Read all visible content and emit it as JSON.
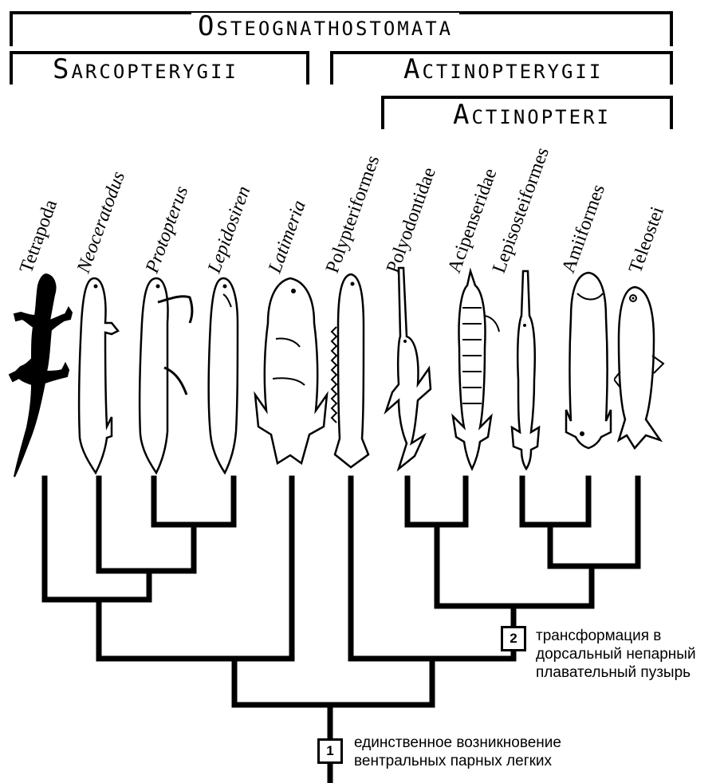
{
  "groups": {
    "osteognathostomata": "Osteognathostomata",
    "sarcopterygii": "Sarcopterygii",
    "actinopterygii": "Actinopterygii",
    "actinopteri": "Actinopteri"
  },
  "taxa": [
    {
      "name": "Tetrapoda",
      "icon": "lizard-icon",
      "italic": false
    },
    {
      "name": "Neoceratodus",
      "icon": "lungfish-icon",
      "italic": true
    },
    {
      "name": "Protopterus",
      "icon": "lungfish-icon",
      "italic": true
    },
    {
      "name": "Lepidosiren",
      "icon": "lungfish-icon",
      "italic": true
    },
    {
      "name": "Latimeria",
      "icon": "coelacanth-icon",
      "italic": true
    },
    {
      "name": "Polypteriformes",
      "icon": "bichir-icon",
      "italic": false
    },
    {
      "name": "Polyodontidae",
      "icon": "paddlefish-icon",
      "italic": false
    },
    {
      "name": "Acipenseridae",
      "icon": "sturgeon-icon",
      "italic": false
    },
    {
      "name": "Lepisosteiformes",
      "icon": "gar-icon",
      "italic": false
    },
    {
      "name": "Amiiformes",
      "icon": "bowfin-icon",
      "italic": false
    },
    {
      "name": "Teleostei",
      "icon": "teleost-icon",
      "italic": false
    }
  ],
  "events": [
    {
      "number": "1",
      "lines": [
        "единственное возникновение",
        "вентральных парных легких"
      ]
    },
    {
      "number": "2",
      "lines": [
        "трансформация в",
        "дорсальный непарный",
        "плавательный пузырь"
      ]
    }
  ],
  "colors": {
    "line": "#000000",
    "lizard_fill": "#000000",
    "fish_fill": "#ffffff"
  }
}
